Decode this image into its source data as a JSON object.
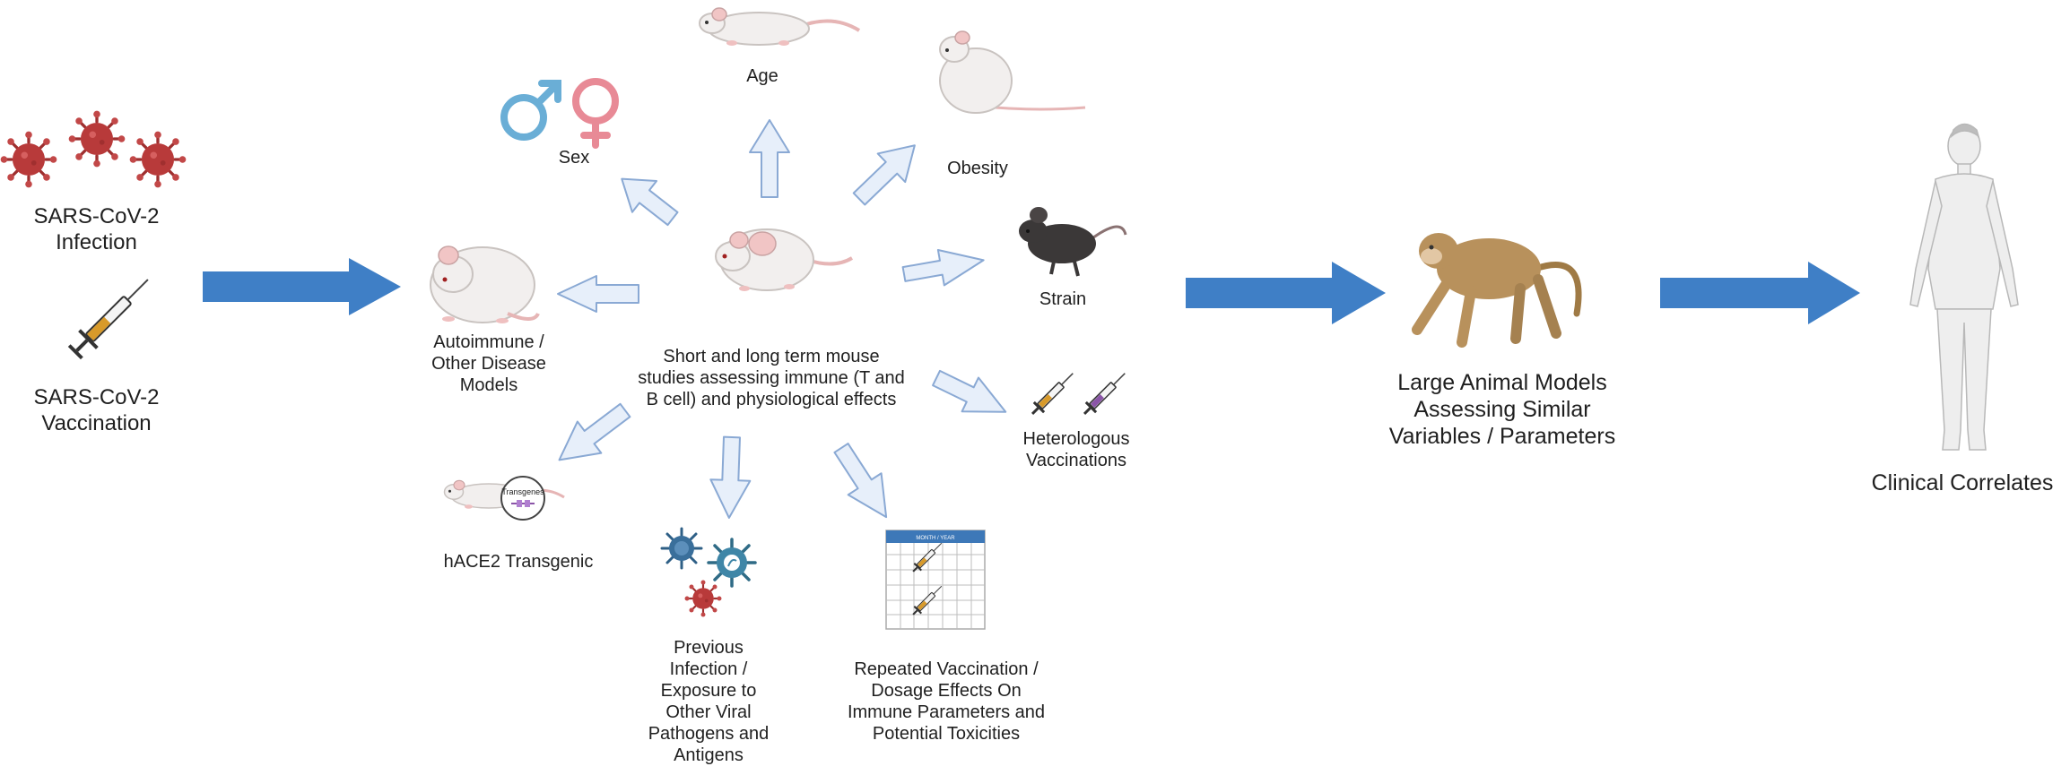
{
  "labels": {
    "infection": "SARS-CoV-2\nInfection",
    "vaccination": "SARS-CoV-2\nVaccination",
    "autoimmune": "Autoimmune /\nOther Disease\nModels",
    "sex": "Sex",
    "age": "Age",
    "obesity": "Obesity",
    "strain": "Strain",
    "center": "Short and long term mouse\nstudies assessing immune (T and\nB cell) and physiological effects",
    "heterologous": "Heterologous\nVaccinations",
    "hace2": "hACE2 Transgenic",
    "transgenes": "Transgenes",
    "previous": "Previous\nInfection /\nExposure to\nOther Viral\nPathogens and\nAntigens",
    "repeated": "Repeated Vaccination /\nDosage Effects On\nImmune Parameters and\nPotential Toxicities",
    "calendar_header": "MONTH / YEAR",
    "large_animal": "Large Animal Models\nAssessing Similar\nVariables / Parameters",
    "clinical": "Clinical Correlates"
  },
  "colors": {
    "big_arrow": "#3f7fc6",
    "small_arrow_fill": "#e7effa",
    "small_arrow_stroke": "#8aa9d4",
    "virus_red": "#b83a3a",
    "virus_blue": "#2e5f86",
    "male": "#6aaed6",
    "female": "#e88a96",
    "mouse_white": "#f2efee",
    "mouse_black": "#3b3838",
    "monkey": "#b8915c",
    "human": "#eeeeee",
    "syringe_orange": "#d89a2a",
    "syringe_purple": "#8b55a8",
    "calendar_header": "#3d78b8"
  },
  "icons": [
    "virus-icon",
    "syringe-icon",
    "mouse-icon",
    "male-symbol-icon",
    "female-symbol-icon",
    "black-mouse-icon",
    "calendar-icon",
    "monkey-icon",
    "human-icon"
  ]
}
